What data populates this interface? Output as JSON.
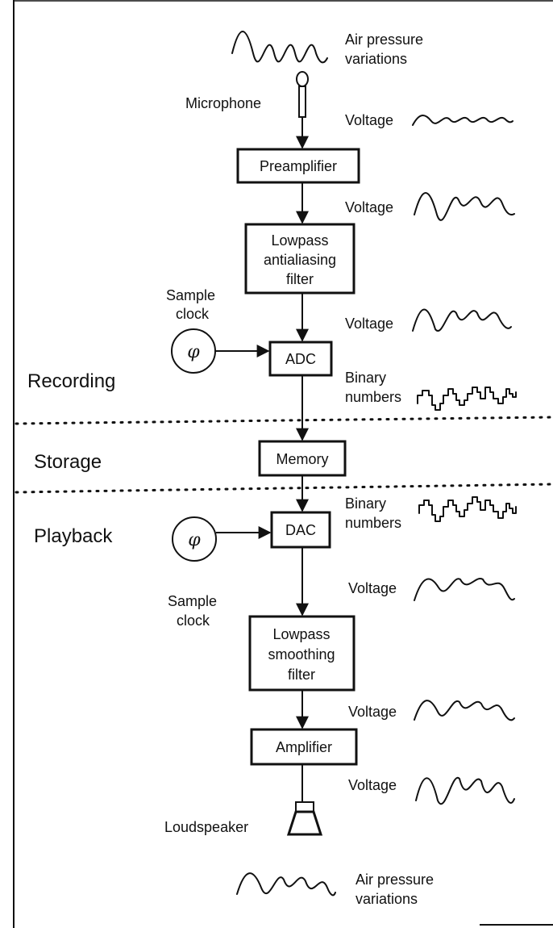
{
  "title": "",
  "sections": {
    "recording": "Recording",
    "storage": "Storage",
    "playback": "Playback"
  },
  "components": {
    "microphone": "Microphone",
    "preamplifier": "Preamplifier",
    "lowpass_antialiasing": [
      "Lowpass",
      "antialiasing",
      "filter"
    ],
    "adc": "ADC",
    "memory": "Memory",
    "dac": "DAC",
    "lowpass_smoothing": [
      "Lowpass",
      "smoothing",
      "filter"
    ],
    "amplifier": "Amplifier",
    "loudspeaker": "Loudspeaker"
  },
  "clocks": {
    "symbol": "φ",
    "recording_label": [
      "Sample",
      "clock"
    ],
    "playback_label": [
      "Sample",
      "clock"
    ]
  },
  "signals": {
    "air_pressure_top": [
      "Air pressure",
      "variations"
    ],
    "voltage_1": "Voltage",
    "voltage_2": "Voltage",
    "voltage_3": "Voltage",
    "binary_rec": [
      "Binary",
      "numbers"
    ],
    "binary_play": [
      "Binary",
      "numbers"
    ],
    "voltage_4": "Voltage",
    "voltage_5": "Voltage",
    "voltage_6": "Voltage",
    "air_pressure_bottom": [
      "Air pressure",
      "variations"
    ]
  }
}
